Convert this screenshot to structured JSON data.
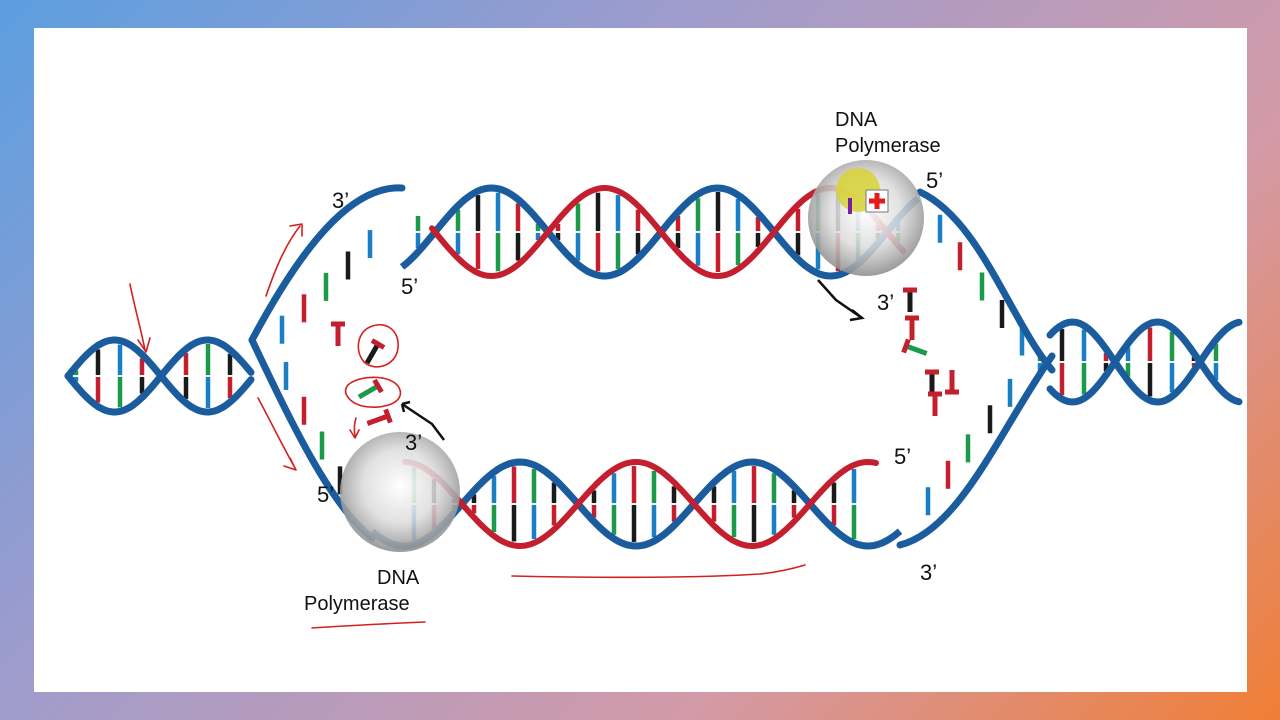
{
  "colors": {
    "template_strand": "#1a5c9e",
    "new_strand": "#c41f2e",
    "base_a": "#1a7fc4",
    "base_b": "#c41f2e",
    "base_c": "#1a9a4a",
    "base_d": "#1a1a1a",
    "annotation": "#d42020",
    "polymerase": "#bfbfbf",
    "frame_start": "#5b9ee0",
    "frame_end": "#f07e35"
  },
  "labels": {
    "top_left_end": "3’",
    "top_new_end": "5’",
    "top_right_end": "5’",
    "top_fork_end": "3’",
    "bottom_fork_end": "3’",
    "bottom_left_end": "5’",
    "bottom_right_new_end": "5’",
    "bottom_right_end": "3’"
  },
  "polymerase_top": {
    "line1": "DNA",
    "line2": "Polymerase"
  },
  "polymerase_bottom": {
    "line1": "DNA",
    "line2": "Polymerase"
  },
  "icons": [
    "dna-helix-icon",
    "polymerase-enzyme-icon",
    "nucleotide-icon",
    "direction-arrow-icon",
    "cursor-icon"
  ]
}
